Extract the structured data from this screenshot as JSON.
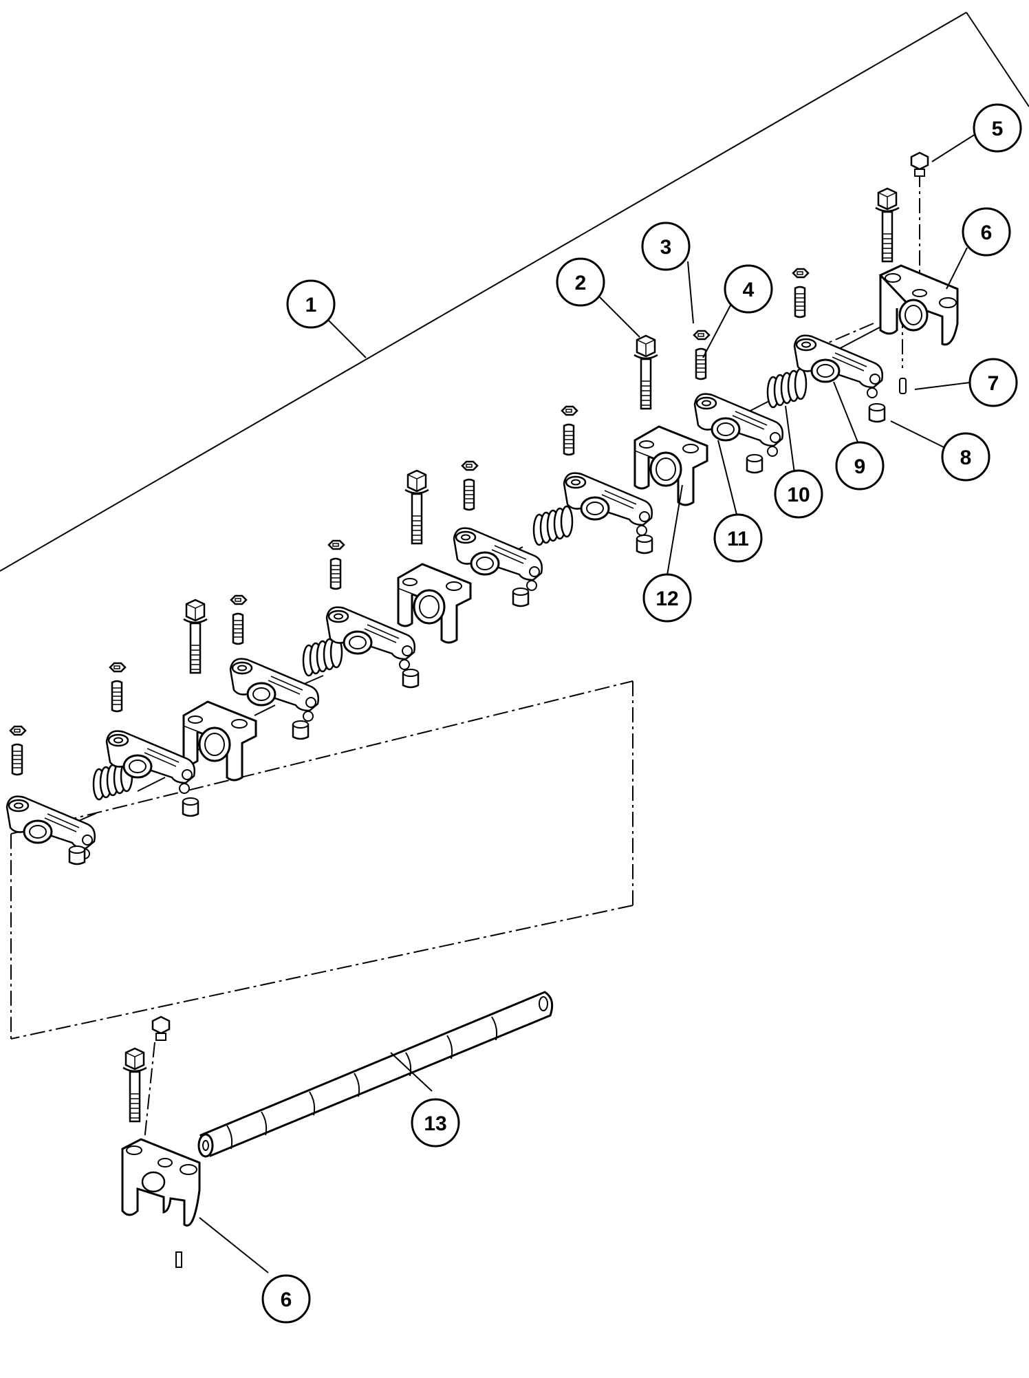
{
  "callouts": [
    {
      "id": "c1",
      "label": "1"
    },
    {
      "id": "c2",
      "label": "2"
    },
    {
      "id": "c3",
      "label": "3"
    },
    {
      "id": "c4",
      "label": "4"
    },
    {
      "id": "c5",
      "label": "5"
    },
    {
      "id": "c6a",
      "label": "6"
    },
    {
      "id": "c7",
      "label": "7"
    },
    {
      "id": "c8",
      "label": "8"
    },
    {
      "id": "c9",
      "label": "9"
    },
    {
      "id": "c10",
      "label": "10"
    },
    {
      "id": "c11",
      "label": "11"
    },
    {
      "id": "c12",
      "label": "12"
    },
    {
      "id": "c13",
      "label": "13"
    },
    {
      "id": "c6b",
      "label": "6"
    }
  ]
}
